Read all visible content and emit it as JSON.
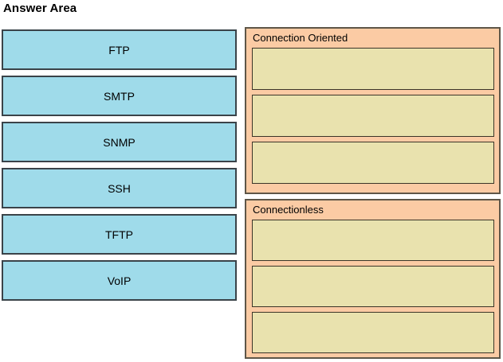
{
  "page": {
    "title": "Answer Area"
  },
  "colors": {
    "source_tile_fill": "#9FDBEA",
    "source_tile_border": "#3A4349",
    "panel_fill": "#FBCBA4",
    "panel_border": "#5E5648",
    "dropzone_fill": "#E9E2AE",
    "dropzone_border": "#3B3528",
    "background": "#FFFFFF",
    "text": "#000000"
  },
  "source_items": [
    {
      "label": "FTP"
    },
    {
      "label": "SMTP"
    },
    {
      "label": "SNMP"
    },
    {
      "label": "SSH"
    },
    {
      "label": "TFTP"
    },
    {
      "label": "VoIP"
    }
  ],
  "target_panels": [
    {
      "heading": "Connection Oriented",
      "dropzones": [
        {
          "value": ""
        },
        {
          "value": ""
        },
        {
          "value": ""
        }
      ]
    },
    {
      "heading": "Connectionless",
      "dropzones": [
        {
          "value": ""
        },
        {
          "value": ""
        },
        {
          "value": ""
        }
      ]
    }
  ]
}
